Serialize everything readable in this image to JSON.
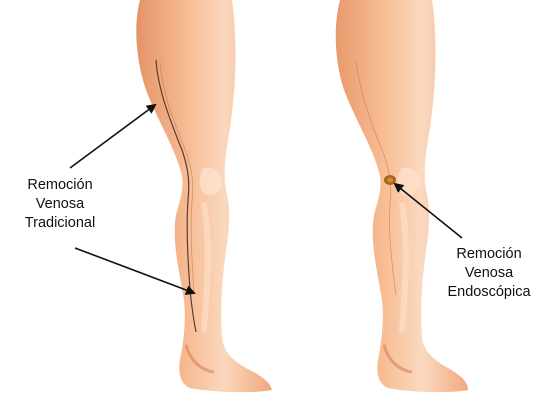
{
  "labels": {
    "traditional": {
      "line1": "Remoción",
      "line2": "Venosa",
      "line3": "Tradicional"
    },
    "endoscopic": {
      "line1": "Remoción",
      "line2": "Venosa",
      "line3": "Endoscópica"
    }
  },
  "colors": {
    "skin_light": "#fbd9bf",
    "skin_mid": "#f6b58c",
    "skin_shadow": "#e08d60",
    "vein": "#5b3a38",
    "incision": "#a7661c",
    "arrow": "#111111"
  }
}
